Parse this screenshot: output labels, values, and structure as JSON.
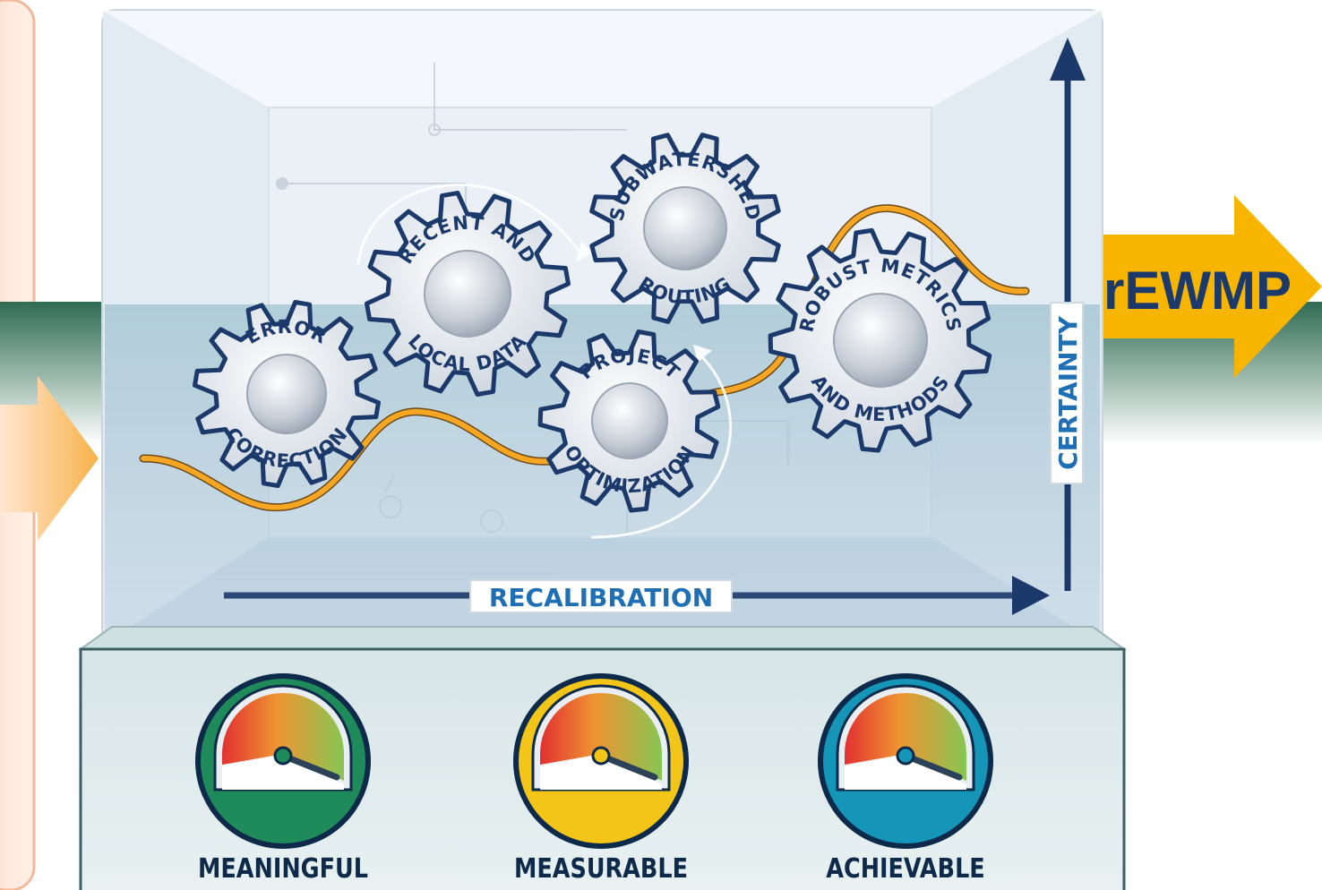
{
  "gears": [
    {
      "id": "error-correction",
      "top": "ERROR",
      "bottom": "CORRECTION"
    },
    {
      "id": "recent-local-data",
      "top": "RECENT AND",
      "bottom": "LOCAL DATA"
    },
    {
      "id": "subwatershed-routing",
      "top": "SUBWATERSHED",
      "bottom": "ROUTING"
    },
    {
      "id": "project-optimization",
      "top": "PROJECT",
      "bottom": "OPTIMIZATION"
    },
    {
      "id": "robust-metrics",
      "top": "ROBUST METRICS",
      "bottom": "AND METHODS"
    }
  ],
  "axes": {
    "x_label": "RECALIBRATION",
    "y_label": "CERTAINTY"
  },
  "output_arrow": {
    "label": "rEWMP"
  },
  "gauges": [
    {
      "label": "MEANINGFUL",
      "color": "#1f8a5a"
    },
    {
      "label": "MEASURABLE",
      "color": "#f2c518"
    },
    {
      "label": "ACHIEVABLE",
      "color": "#1596b8"
    }
  ],
  "colors": {
    "wave": "#f5a623",
    "arrow_navy": "#1b3a6b",
    "output_arrow": "#f7b500",
    "teal_band": "#2e6b52"
  }
}
